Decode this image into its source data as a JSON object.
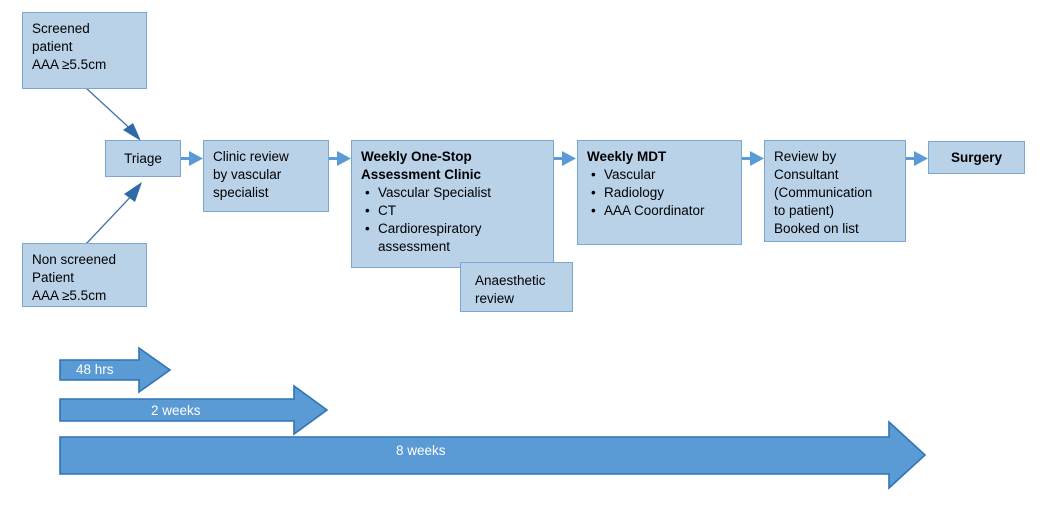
{
  "theme": {
    "node_fill": "#b9d2e8",
    "node_border": "#7ba7d0",
    "arrow_fill": "#5b9bd5",
    "arrow_stroke": "#2e75b6",
    "connector": "#5b9bd5",
    "text": "#000000",
    "timeline_label_text": "#ffffff",
    "background": "#ffffff"
  },
  "nodes": {
    "screened_patient": {
      "lines": [
        "Screened",
        "patient",
        "AAA ≥5.5cm"
      ]
    },
    "non_screened_patient": {
      "lines": [
        "Non screened",
        "Patient",
        "AAA ≥5.5cm"
      ]
    },
    "triage": {
      "label": "Triage"
    },
    "clinic_review": {
      "lines": [
        "Clinic review",
        "by vascular",
        "specialist"
      ]
    },
    "one_stop_clinic": {
      "heading_lines": [
        "Weekly One-Stop",
        "Assessment Clinic"
      ],
      "bullets": [
        "Vascular Specialist",
        "CT",
        "Cardiorespiratory assessment"
      ]
    },
    "anaesthetic_review": {
      "lines": [
        "Anaesthetic",
        "review"
      ]
    },
    "weekly_mdt": {
      "heading": "Weekly MDT",
      "bullets": [
        "Vascular",
        "Radiology",
        "AAA Coordinator"
      ]
    },
    "consultant_review": {
      "lines": [
        "Review by",
        "Consultant",
        "(Communication",
        "to patient)",
        "Booked on list"
      ]
    },
    "surgery": {
      "label": "Surgery"
    }
  },
  "timeline": {
    "arrows": [
      {
        "label": "48 hrs",
        "duration_text": "48 hrs"
      },
      {
        "label": "2 weeks",
        "duration_text": "2 weeks"
      },
      {
        "label": "8 weeks",
        "duration_text": "8 weeks"
      }
    ]
  }
}
